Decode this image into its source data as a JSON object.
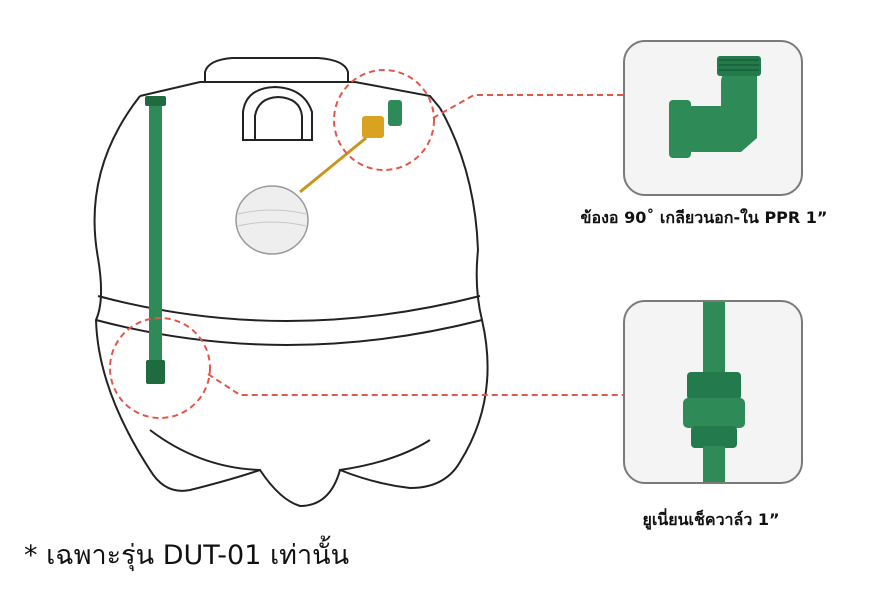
{
  "callouts": [
    {
      "id": "elbow",
      "label": "ข้องอ 90˚ เกลียวนอก-ใน PPR 1”",
      "icon": "ppr-elbow-fitting"
    },
    {
      "id": "union",
      "label": "ยูเนี่ยนเช็ควาล์ว 1”",
      "icon": "union-check-valve"
    }
  ],
  "footnote": "* เฉพาะรุ่น DUT-01 เท่านั้น",
  "colors": {
    "pipe_green": "#2e8b57",
    "pipe_dark": "#1f6b3f",
    "callout_red": "#e0584a",
    "outline": "#222222",
    "brass": "#d9a321",
    "float_white": "#eeeeee"
  }
}
